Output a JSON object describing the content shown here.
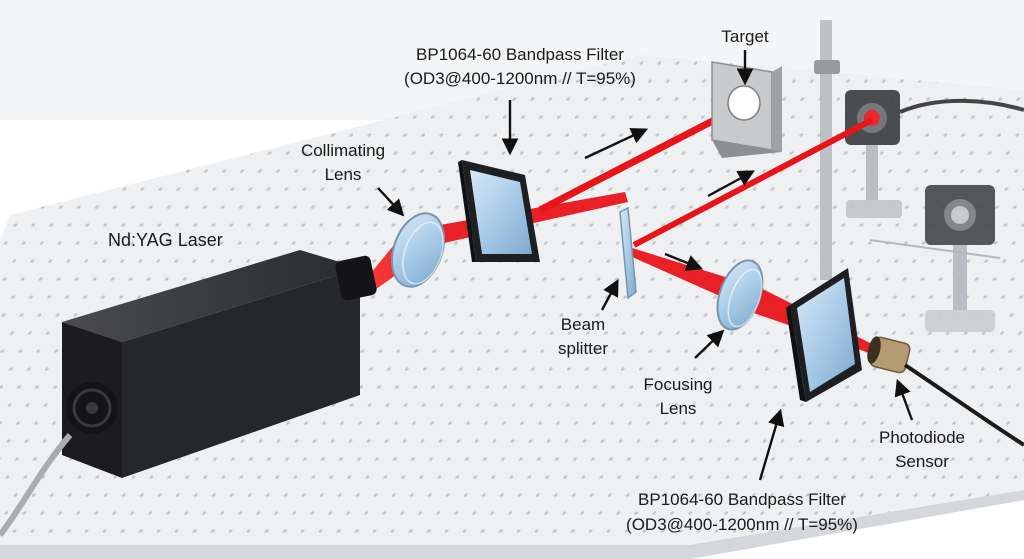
{
  "diagram": {
    "labels": {
      "laser": "Nd:YAG Laser",
      "collimating_line1": "Collimating",
      "collimating_line2": "Lens",
      "filter1_line1": "BP1064-60 Bandpass Filter",
      "filter1_line2": "(OD3@400-1200nm // T=95%)",
      "target": "Target",
      "beam_splitter_line1": "Beam",
      "beam_splitter_line2": "splitter",
      "focusing_line1": "Focusing",
      "focusing_line2": "Lens",
      "filter2_line1": "BP1064-60 Bandpass Filter",
      "filter2_line2": "(OD3@400-1200nm // T=95%)",
      "photodiode_line1": "Photodiode",
      "photodiode_line2": "Sensor"
    },
    "colors": {
      "beam": "#e8141a",
      "table": "#eef0f2",
      "laser_body": "#1e1e20",
      "glass": "#a9cbe8",
      "filter_frame": "#222326",
      "target_plate": "#c9cacc",
      "sensor": "#b59a72"
    }
  }
}
